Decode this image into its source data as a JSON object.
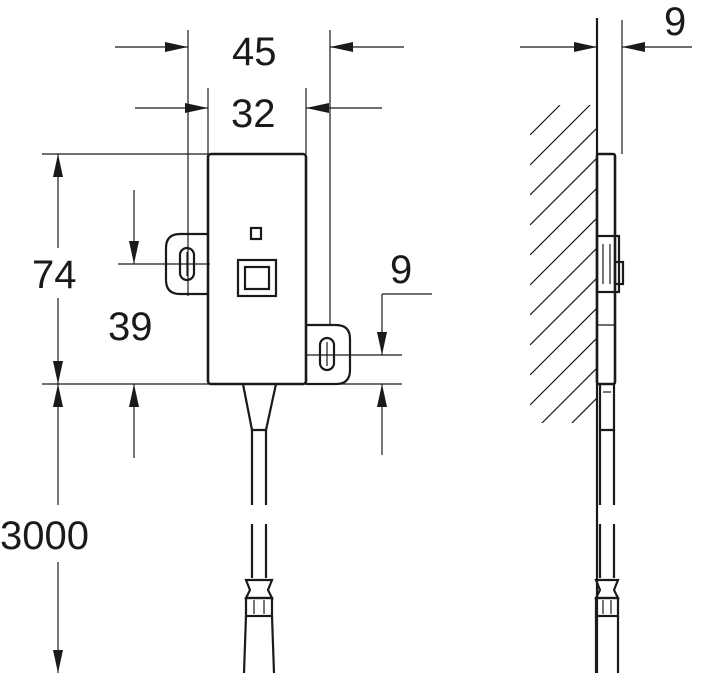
{
  "dimensions": {
    "total_width": "45",
    "mount_spacing": "32",
    "height": "74",
    "tab_offset": "39",
    "tab_height": "9",
    "cable_length": "3000",
    "side_thickness": "9"
  },
  "colors": {
    "line": "#1a1a1a",
    "background": "#ffffff"
  }
}
